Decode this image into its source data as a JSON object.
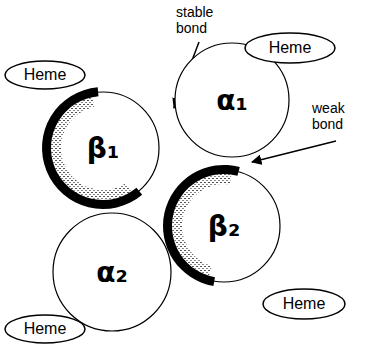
{
  "diagram": {
    "nodes": [
      {
        "text": [
          "Heme"
        ]
      },
      {
        "text": [
          "Heme"
        ]
      },
      {
        "text": [
          "β₁"
        ]
      },
      {
        "text": [
          "α₁"
        ]
      },
      {
        "text": [
          "β₂"
        ]
      },
      {
        "text": [
          "α₂"
        ]
      },
      {
        "text": [
          "Heme"
        ]
      },
      {
        "text": [
          "Heme"
        ]
      }
    ],
    "labels": [
      "stable bond",
      "weak bond"
    ]
  }
}
